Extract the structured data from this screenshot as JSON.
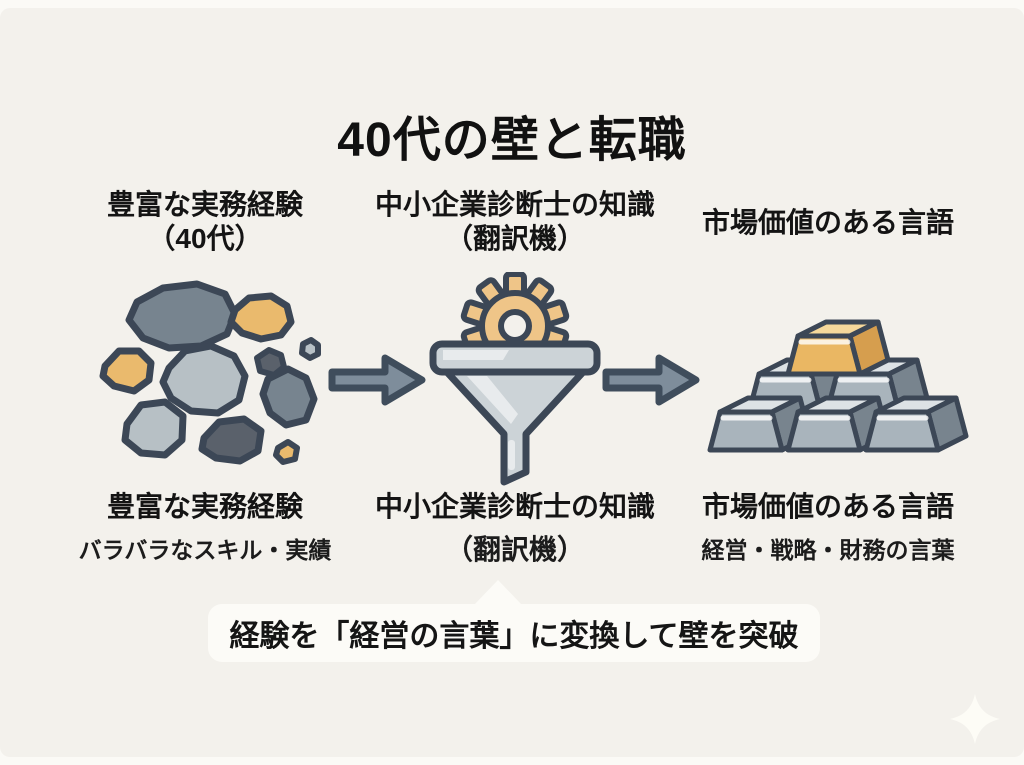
{
  "title": "40代の壁と転職",
  "columns": [
    {
      "header_line1": "豊富な実務経験",
      "header_line2": "（40代）",
      "illustration": "rocks",
      "footer_title": "豊富な実務経験",
      "footer_subtitle": "バラバラなスキル・実績"
    },
    {
      "header_line1": "中小企業診断士の知識",
      "header_line2": "（翻訳機）",
      "illustration": "funnel-gear",
      "footer_title": "中小企業診断士の知識",
      "footer_subtitle": "（翻訳機）"
    },
    {
      "header_line1": "市場価値のある言語",
      "illustration": "gold-silver-ingots",
      "footer_title": "市場価値のある言語",
      "footer_subtitle": "経営・戦略・財務の言葉"
    }
  ],
  "banner": {
    "text": "経験を「経営の言葉」に変換して壁を突破"
  },
  "icons": [
    "rocks-illustration",
    "funnel-gear-illustration",
    "gold-silver-ingots-illustration",
    "arrow-right-icon",
    "sparkle-icon"
  ],
  "colors": {
    "bg": "#f3f1ec",
    "banner-bg": "#fcfbf7",
    "outline": "#3c4756",
    "arrow-fill": "#7e8d9b",
    "arrow-stroke": "#3f4d5c",
    "rock-gray-blue": "#77848f",
    "rock-gray-light": "#b7c0c5",
    "rock-gray-dark": "#5a616b",
    "rock-amber": "#eaba6d",
    "funnel-body": "#ccd3d7",
    "gear-amber": "#efc588",
    "silver-front": "#a9b4bc",
    "silver-top": "#dde2e5",
    "silver-side": "#78848e",
    "gold-front": "#eab763",
    "gold-top": "#f5d89b",
    "gold-side": "#d69e4e"
  }
}
